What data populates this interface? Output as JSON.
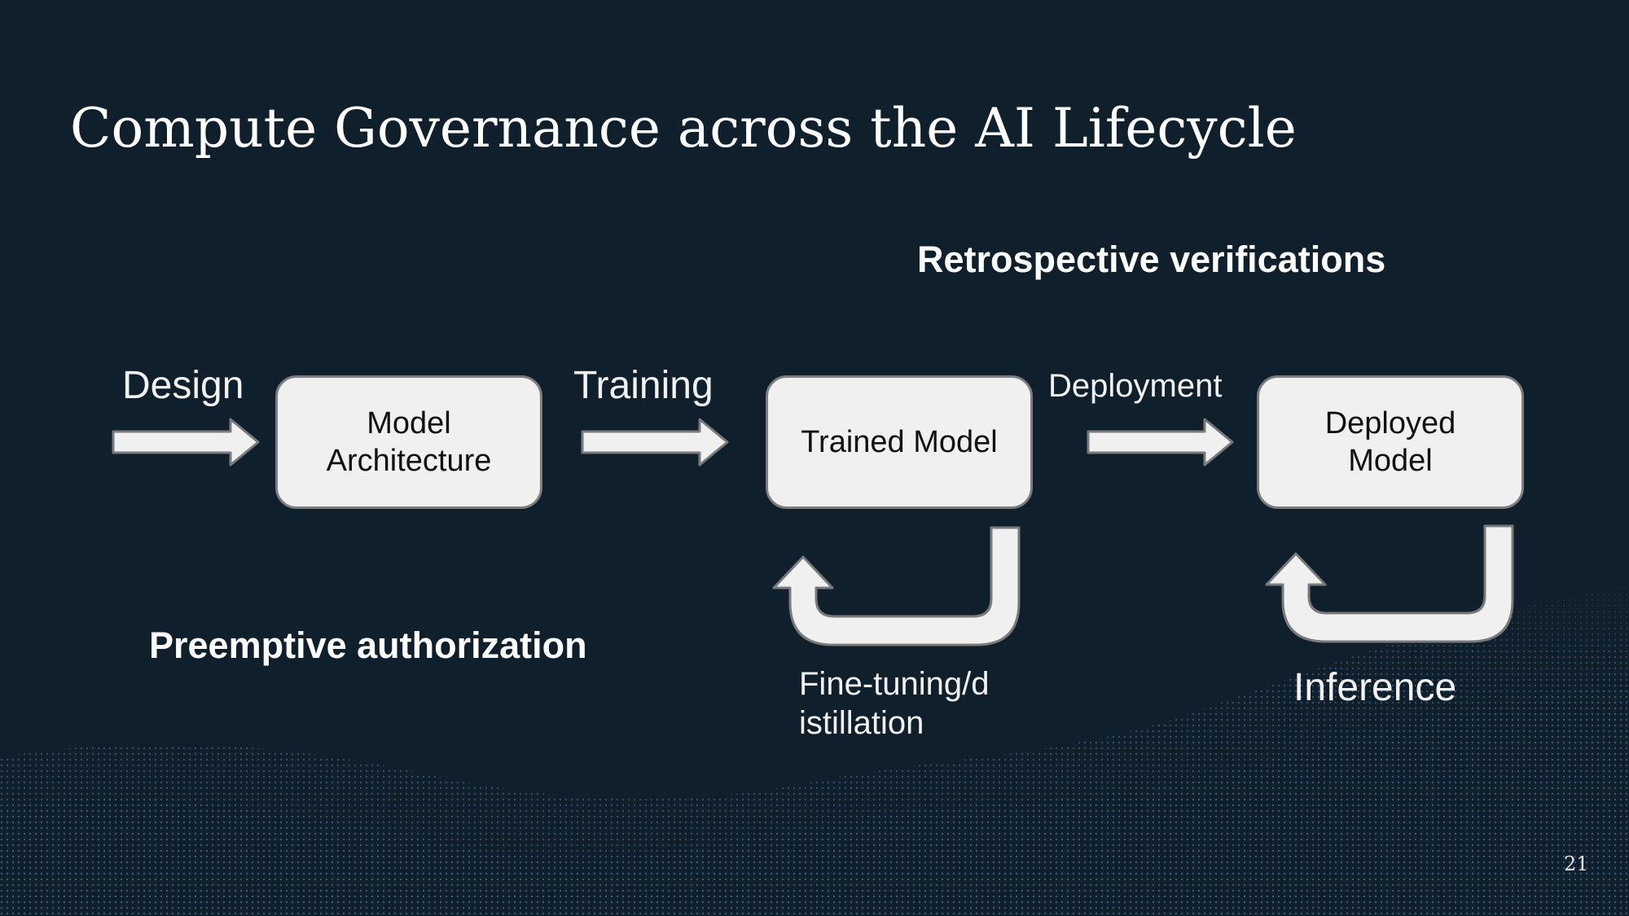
{
  "slide": {
    "title": "Compute Governance across the AI Lifecycle",
    "page_number": "21",
    "background_color": "#101f2c"
  },
  "headings": {
    "retrospective": "Retrospective verifications",
    "preemptive": "Preemptive authorization"
  },
  "stages": {
    "design": "Design",
    "training": "Training",
    "deployment": "Deployment",
    "finetuning": "Fine-tuning/d istillation",
    "inference": "Inference"
  },
  "boxes": {
    "model_architecture": "Model Architecture",
    "trained_model": "Trained Model",
    "deployed_model": "Deployed Model"
  },
  "colors": {
    "box_fill": "#f0f0f0",
    "box_border": "#7d7d7d",
    "arrow_fill": "#f0f0f0",
    "arrow_stroke": "#7a7a7a"
  }
}
